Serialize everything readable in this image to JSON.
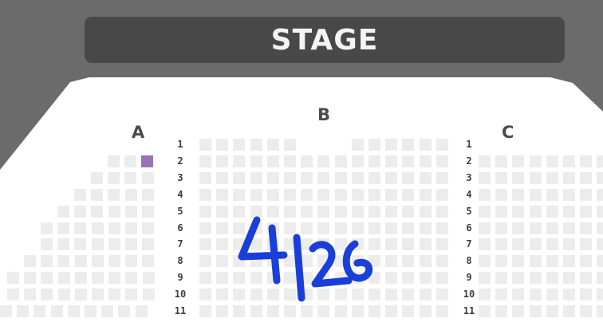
{
  "stage": {
    "label": "STAGE"
  },
  "sections": [
    {
      "id": "A",
      "label": "A"
    },
    {
      "id": "B",
      "label": "B"
    },
    {
      "id": "C",
      "label": "C"
    }
  ],
  "row_labels": [
    "1",
    "2",
    "3",
    "4",
    "5",
    "6",
    "7",
    "8",
    "9",
    "10",
    "11"
  ],
  "selected_seat": {
    "section": "A",
    "row": "2"
  },
  "handwriting": {
    "text": "4/26",
    "color": "#1a3fd9"
  },
  "colors": {
    "background": "#6b6b6b",
    "hall": "#ffffff",
    "stage": "#484848",
    "seat_available": "#ececec",
    "seat_selected": "#9a72b8"
  }
}
